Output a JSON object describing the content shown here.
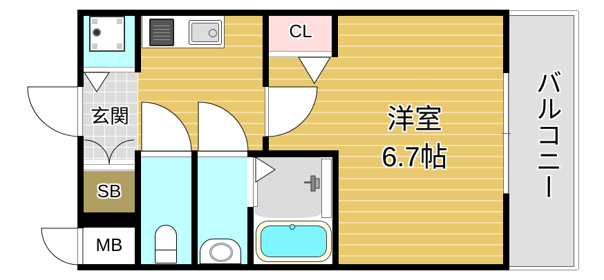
{
  "floorplan": {
    "rooms": {
      "western_room": {
        "name": "洋室",
        "size": "6.7帖"
      },
      "entrance": {
        "name": "玄関"
      },
      "closet": {
        "name": "CL"
      },
      "shoe_box": {
        "name": "SB"
      },
      "meter_box": {
        "name": "MB"
      },
      "balcony": {
        "name": "バルコニー"
      }
    },
    "colors": {
      "wood_floor": "#e9c96d",
      "wet_area": "#bfffff",
      "closet": "#ffdede",
      "shoe_box": "#b09f63",
      "tile": "#dcdcdc",
      "balcony": "#e0e0e0",
      "wall": "#000000",
      "bathtub_water": "#7ff5ff"
    },
    "fixtures": [
      "washing-machine",
      "gas-stove",
      "kitchen-sink",
      "toilet",
      "washbasin",
      "bathtub",
      "shower-faucet"
    ]
  }
}
